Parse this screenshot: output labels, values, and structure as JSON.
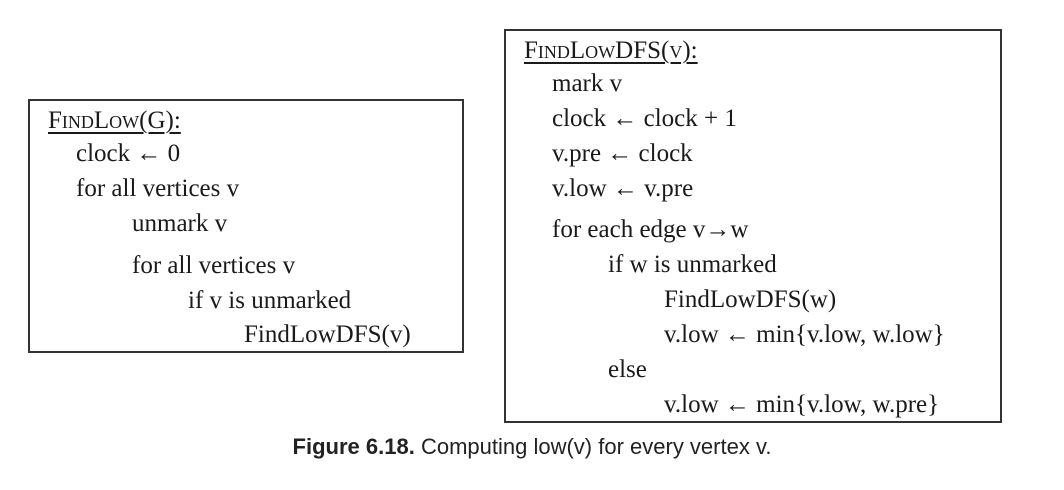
{
  "findlow": {
    "header": "FindLow(G):",
    "lines": [
      "clock ← 0",
      "for all vertices v",
      "unmark v",
      "for all vertices v",
      "if v is unmarked",
      "FindLowDFS(v)"
    ]
  },
  "findlowdfs": {
    "header": "FindLowDFS(v):",
    "lines": [
      "mark v",
      "clock ← clock + 1",
      "v.pre ← clock",
      "v.low ← v.pre",
      "for each edge v→w",
      "if w is unmarked",
      "FindLowDFS(w)",
      "v.low ← min{v.low, w.low}",
      "else",
      "v.low ← min{v.low, w.pre}"
    ]
  },
  "caption": {
    "label": "Figure 6.18.",
    "text": "Computing low(v) for every vertex v."
  }
}
